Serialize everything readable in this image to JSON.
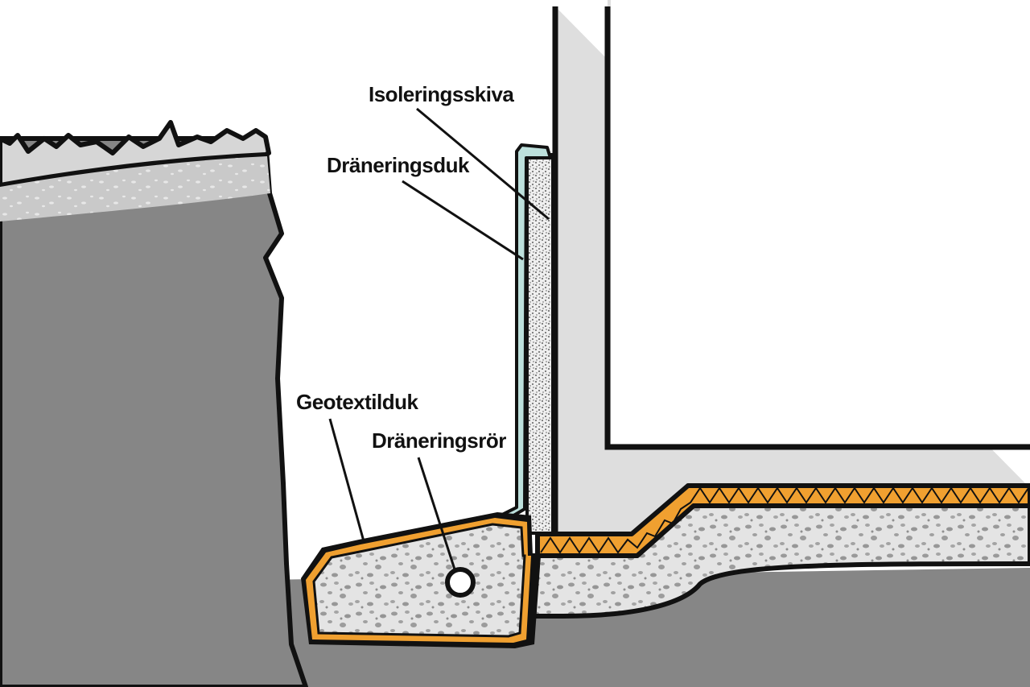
{
  "diagram": {
    "labels": {
      "isoleringsskiva": "Isoleringsskiva",
      "draneringsduk": "Dräneringsduk",
      "geotextilduk": "Geotextilduk",
      "draneringsror": "Dräneringsrör"
    },
    "colors": {
      "soil": "#868686",
      "soil_top": "#cfcfcf",
      "concrete": "#dedede",
      "gravel": "#e4e4e4",
      "insulation": "#eeeeee",
      "membrane": "#bde0dc",
      "geotextile": "#f0a030",
      "outline": "#111111",
      "background": "#ffffff"
    }
  }
}
